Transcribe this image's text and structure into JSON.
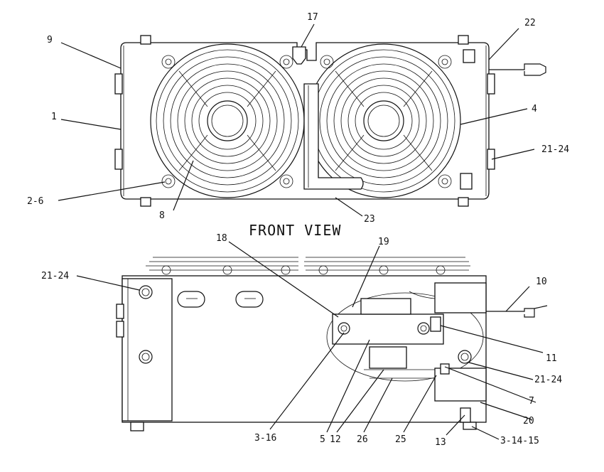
{
  "diagram": {
    "view_title": "FRONT VIEW",
    "callouts": {
      "c9": "9",
      "c17": "17",
      "c22": "22",
      "c1": "1",
      "c4": "4",
      "c21_24_a": "21-24",
      "c2_6": "2-6",
      "c8": "8",
      "c23": "23",
      "c18": "18",
      "c19": "19",
      "c21_24_b": "21-24",
      "c10": "10",
      "c11": "11",
      "c21_24_c": "21-24",
      "c7": "7",
      "c20": "20",
      "c3_16": "3-16",
      "c5": "5",
      "c12": "12",
      "c26": "26",
      "c25": "25",
      "c13": "13",
      "c3_14_15": "3-14-15"
    }
  }
}
